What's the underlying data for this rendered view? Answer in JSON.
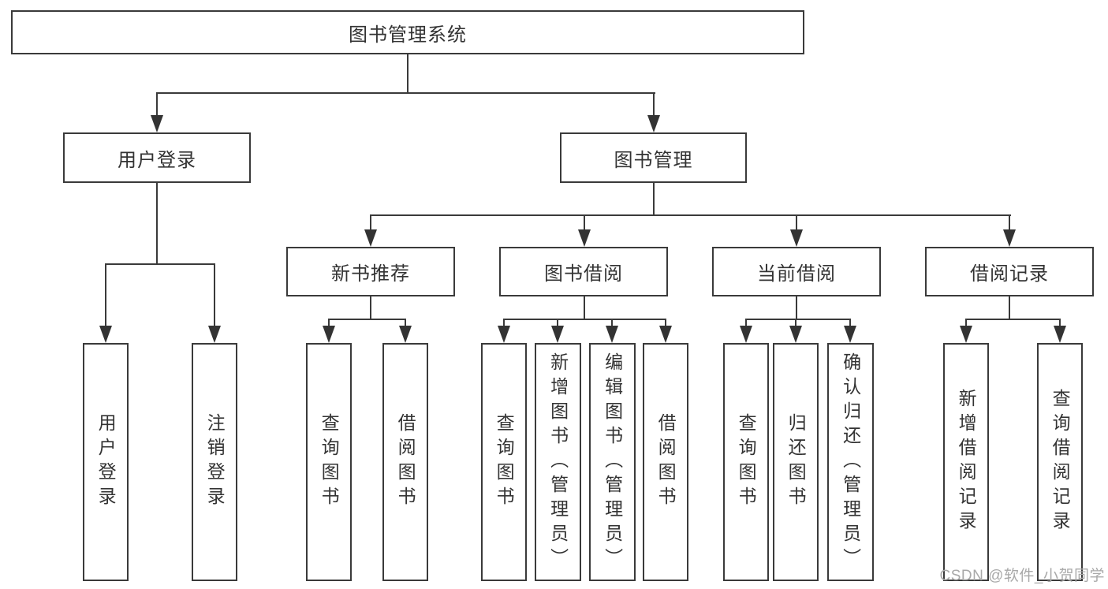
{
  "diagram": {
    "root": {
      "label": "图书管理系统"
    },
    "user_branch": {
      "label": "用户登录",
      "children": [
        {
          "label": "用户登录"
        },
        {
          "label": "注销登录"
        }
      ]
    },
    "book_branch": {
      "label": "图书管理",
      "groups": [
        {
          "label": "新书推荐",
          "children": [
            {
              "label": "查询图书"
            },
            {
              "label": "借阅图书"
            }
          ]
        },
        {
          "label": "图书借阅",
          "children": [
            {
              "label": "查询图书"
            },
            {
              "label": "新增图书（管理员）"
            },
            {
              "label": "编辑图书（管理员）"
            },
            {
              "label": "借阅图书"
            }
          ]
        },
        {
          "label": "当前借阅",
          "children": [
            {
              "label": "查询图书"
            },
            {
              "label": "归还图书"
            },
            {
              "label": "确认归还（管理员）"
            }
          ]
        },
        {
          "label": "借阅记录",
          "children": [
            {
              "label": "新增借阅记录"
            },
            {
              "label": "查询借阅记录"
            }
          ]
        }
      ]
    }
  },
  "watermark": {
    "text": "CSDN @软件_小贺同学"
  },
  "colors": {
    "line": "#3a3a3a",
    "text": "#333333",
    "watermark": "#a9a9a9",
    "background": "#ffffff"
  }
}
